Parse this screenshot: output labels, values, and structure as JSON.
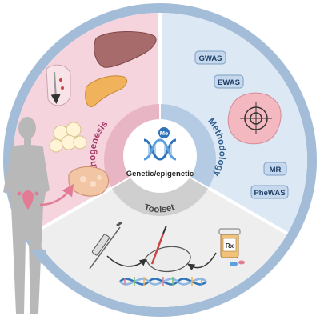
{
  "center": {
    "label": "Genetic/epigenetic",
    "methyl_badge": "Me",
    "icon": "dna-double-helix-icon"
  },
  "sectors": {
    "pathogenesis": {
      "label": "Pathogenesis",
      "color": "#f5d4de",
      "ring_color": "#e8b5c5",
      "text_color": "#a83a66",
      "icons": [
        "liver-icon",
        "pancreas-icon",
        "blood-vessel-icon",
        "adipocytes-icon",
        "adipose-tissue-icon"
      ]
    },
    "methodology": {
      "label": "Methodology",
      "color": "#dce8f4",
      "ring_color": "#b5cbe3",
      "text_color": "#2e5e92",
      "badges": {
        "gwas": "GWAS",
        "ewas": "EWAS",
        "mr": "MR",
        "phewas": "PheWAS"
      },
      "icons": [
        "target-tissue-icon"
      ]
    },
    "toolset": {
      "label": "Toolset",
      "color": "#eeeeee",
      "ring_color": "#cfcfcf",
      "text_color": "#444444",
      "prescription_label": "Rx",
      "icons": [
        "syringe-icon",
        "hand-with-pipette-icon",
        "pill-bottle-icon",
        "dna-strand-icon"
      ]
    }
  },
  "outer_ring_color": "#a3bcd8",
  "figure": {
    "icon": "human-silhouette-icon",
    "color": "#b8b8b8"
  }
}
